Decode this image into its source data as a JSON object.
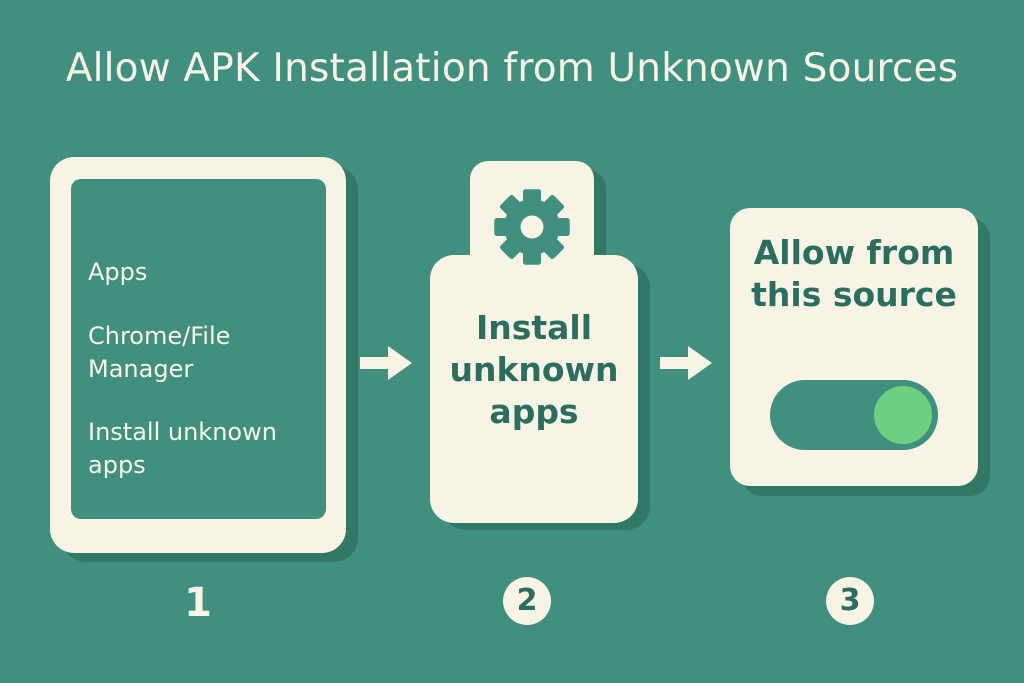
{
  "title": "Allow APK Installation from Unknown Sources",
  "steps": [
    {
      "number": "1",
      "menu_items": [
        "Apps",
        "Chrome/File Manager",
        "Install unknown apps"
      ]
    },
    {
      "number": "2",
      "icon": "gear-icon",
      "label": "Install unknown apps"
    },
    {
      "number": "3",
      "label": "Allow from this source",
      "toggle": {
        "state": "on",
        "knob_color": "#6dcf80"
      }
    }
  ],
  "colors": {
    "background": "#41907f",
    "card": "#f7f4e6",
    "text_dark": "#2b6e5f"
  }
}
